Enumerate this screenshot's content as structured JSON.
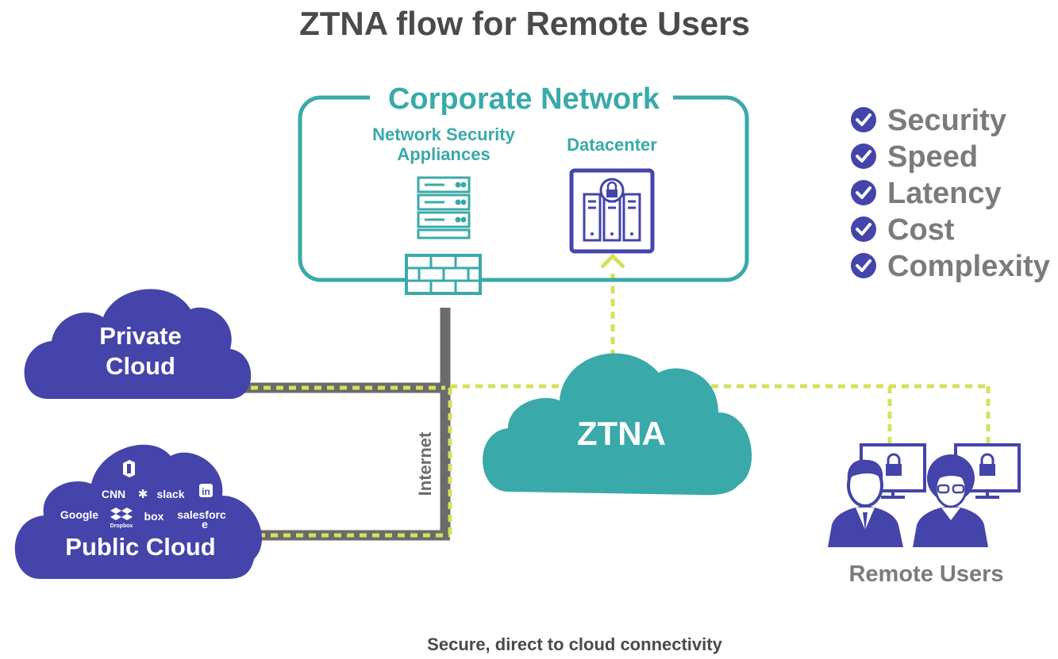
{
  "title": "ZTNA flow for Remote Users",
  "corporate_network": {
    "label": "Corporate Network",
    "appliances_label_line1": "Network Security",
    "appliances_label_line2": "Appliances",
    "datacenter_label": "Datacenter"
  },
  "private_cloud": {
    "line1": "Private",
    "line2": "Cloud"
  },
  "public_cloud": {
    "label": "Public Cloud",
    "logos": {
      "office": "office-icon",
      "cnn": "CNN",
      "slack": "slack",
      "linkedin": "in",
      "google": "Google",
      "dropbox": "Dropbox",
      "box": "box",
      "salesforce_line1": "salesforc",
      "salesforce_line2": "e"
    }
  },
  "ztna_cloud": {
    "label": "ZTNA"
  },
  "internet_label": "Internet",
  "benefits": [
    "Security",
    "Speed",
    "Latency",
    "Cost",
    "Complexity"
  ],
  "remote_users_label": "Remote Users",
  "caption": "Secure, direct to cloud connectivity",
  "colors": {
    "teal": "#3aa9a9",
    "indigo": "#4444aa",
    "lime_dotted": "#d6e05c",
    "gray_line": "#6b6b6b",
    "title_gray": "#4a4a4a",
    "label_gray": "#7b7b7b"
  },
  "icons": {
    "server": "server-icon",
    "firewall": "firewall-icon",
    "datacenter": "datacenter-lock-icon",
    "check": "check-circle-icon",
    "user": "user-icon",
    "monitor_lock": "monitor-lock-icon"
  }
}
